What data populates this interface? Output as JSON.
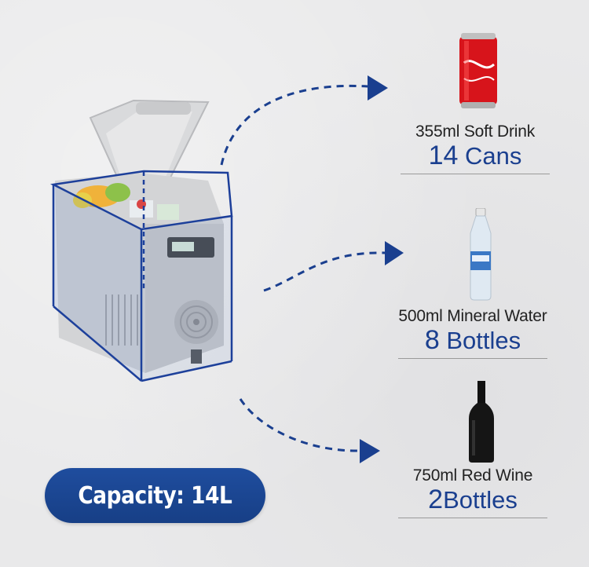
{
  "items": [
    {
      "description": "355ml Soft Drink",
      "quantity": "14",
      "unit": " Cans"
    },
    {
      "description": "500ml Mineral Water",
      "quantity": "8",
      "unit": " Bottles"
    },
    {
      "description": "750ml Red Wine",
      "quantity": "2",
      "unit": "Bottles"
    }
  ],
  "capacity": {
    "label": "Capacity: 14L"
  },
  "colors": {
    "accent": "#1a3f8f",
    "background": "#e9e9ea",
    "pill": "#1a4592"
  },
  "icons": [
    "portable-fridge-icon",
    "soda-can-icon",
    "water-bottle-icon",
    "wine-bottle-icon",
    "dashed-arrow-icon"
  ]
}
